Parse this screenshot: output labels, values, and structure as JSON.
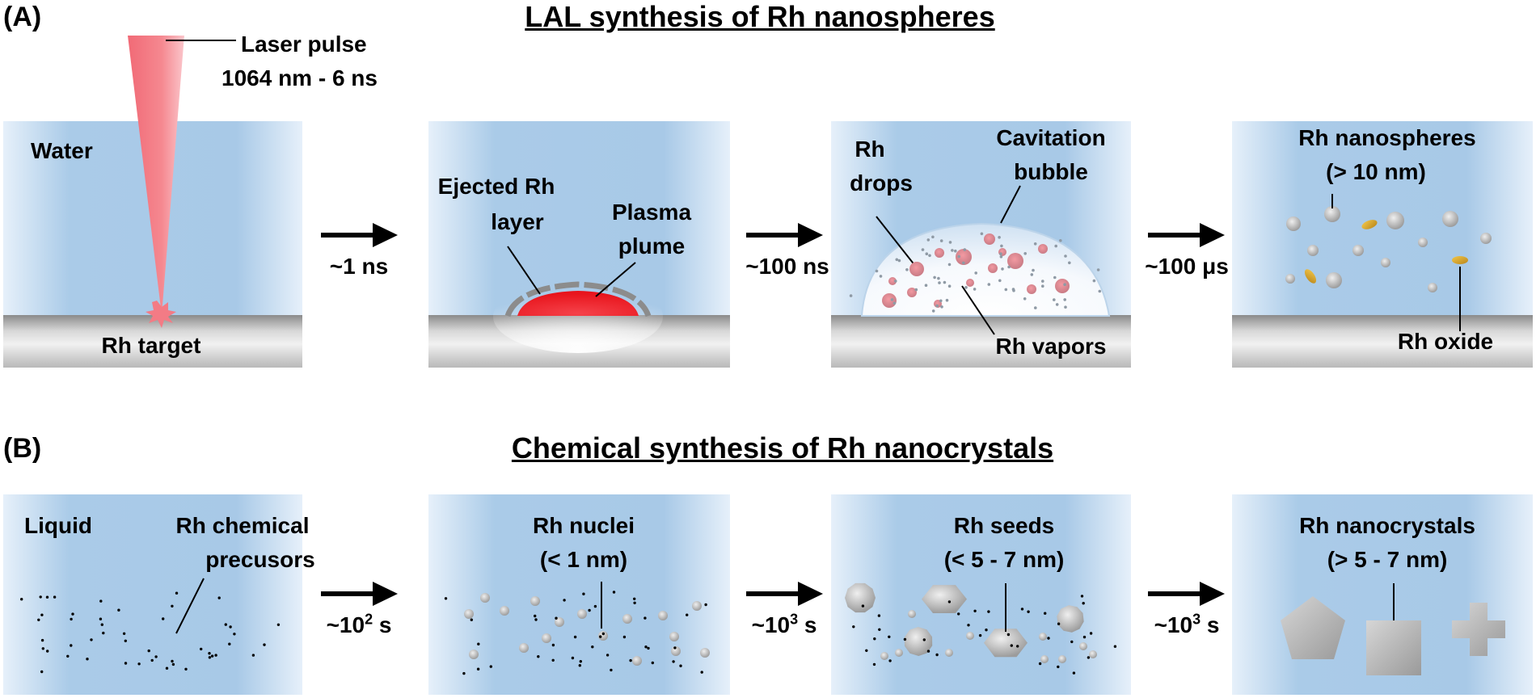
{
  "section_a": {
    "panel_label": "(A)",
    "title": "LAL synthesis of Rh nanospheres",
    "laser_label_line1": "Laser pulse",
    "laser_label_line2": "1064 nm - 6 ns",
    "water": "Water",
    "target": "Rh target",
    "ejected_line1": "Ejected Rh",
    "ejected_line2": "layer",
    "plasma_line1": "Plasma",
    "plasma_line2": "plume",
    "drops_line1": "Rh",
    "drops_line2": "drops",
    "cavitation_line1": "Cavitation",
    "cavitation_line2": "bubble",
    "vapors": "Rh vapors",
    "nanospheres_line1": "Rh nanospheres",
    "nanospheres_line2": "(> 10 nm)",
    "oxide": "Rh oxide",
    "time1": "~1 ns",
    "time2": "~100 ns",
    "time3": "~100 μs"
  },
  "section_b": {
    "panel_label": "(B)",
    "title": "Chemical synthesis of Rh nanocrystals",
    "liquid": "Liquid",
    "precursor_line1": "Rh chemical",
    "precursor_line2": "precusors",
    "nuclei_line1": "Rh nuclei",
    "nuclei_line2": "(< 1 nm)",
    "seeds_line1": "Rh seeds",
    "seeds_line2": "(< 5 - 7 nm)",
    "nanocrystals_line1": "Rh nanocrystals",
    "nanocrystals_line2": "(> 5 - 7 nm)",
    "time_prefix": "~10",
    "time1_exp": "2",
    "time2_exp": "3",
    "time3_exp": "3",
    "time_suffix": " s"
  },
  "colors": {
    "water_blue": "#a8c9e7",
    "laser": "#f37b85",
    "plasma": "#e8141c",
    "oxide": "#d6a62a",
    "particle": "#bdbdbd"
  }
}
